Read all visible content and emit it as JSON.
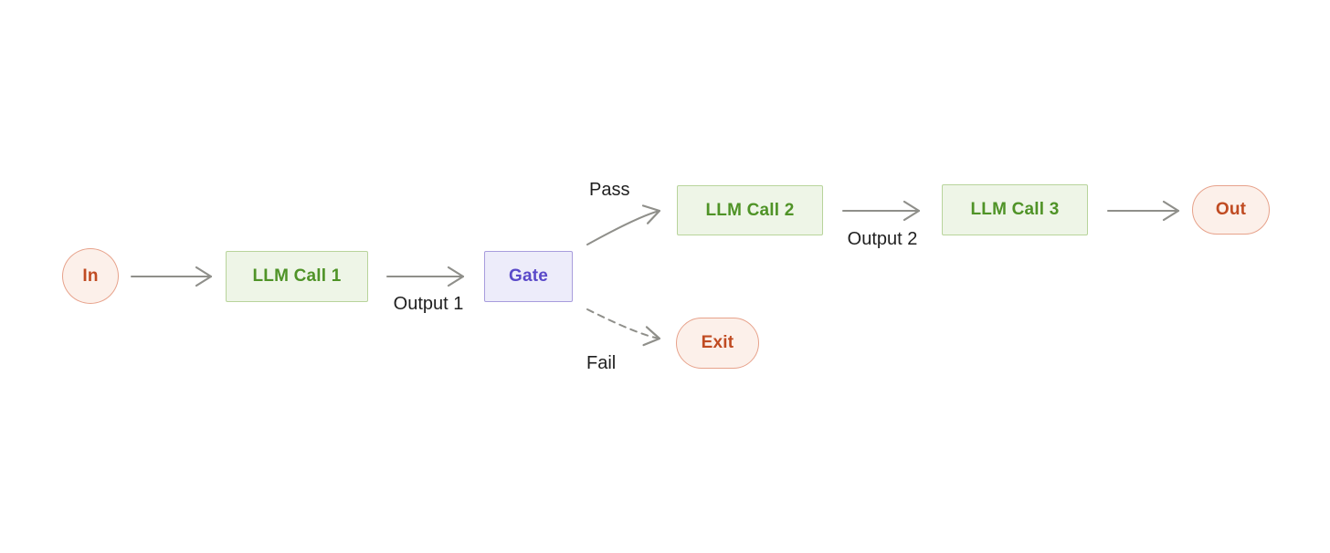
{
  "diagram": {
    "type": "flowchart",
    "background": "#ffffff",
    "colors": {
      "green_fill": "#eef5e7",
      "green_border": "#b8d49b",
      "green_text": "#4f9327",
      "pink_fill": "#fcf0ea",
      "pink_border": "#e7a28b",
      "pink_text": "#c04b22",
      "purple_fill": "#edecfa",
      "purple_border": "#a89ddd",
      "purple_text": "#5a49c9",
      "arrow": "#8f8f8a",
      "label_text": "#1f1f1f"
    },
    "nodes": [
      {
        "id": "in",
        "label": "In",
        "type": "terminal"
      },
      {
        "id": "llm-call-1",
        "label": "LLM Call 1",
        "type": "process"
      },
      {
        "id": "gate",
        "label": "Gate",
        "type": "gate"
      },
      {
        "id": "llm-call-2",
        "label": "LLM Call 2",
        "type": "process"
      },
      {
        "id": "llm-call-3",
        "label": "LLM Call 3",
        "type": "process"
      },
      {
        "id": "out",
        "label": "Out",
        "type": "terminal"
      },
      {
        "id": "exit",
        "label": "Exit",
        "type": "terminal"
      }
    ],
    "edges": [
      {
        "from": "in",
        "to": "llm-call-1",
        "label": "",
        "style": "solid"
      },
      {
        "from": "llm-call-1",
        "to": "gate",
        "label": "Output 1",
        "style": "solid"
      },
      {
        "from": "gate",
        "to": "llm-call-2",
        "label": "Pass",
        "style": "solid-curved"
      },
      {
        "from": "llm-call-2",
        "to": "llm-call-3",
        "label": "Output 2",
        "style": "solid"
      },
      {
        "from": "llm-call-3",
        "to": "out",
        "label": "",
        "style": "solid"
      },
      {
        "from": "gate",
        "to": "exit",
        "label": "Fail",
        "style": "dashed-curved"
      }
    ]
  }
}
